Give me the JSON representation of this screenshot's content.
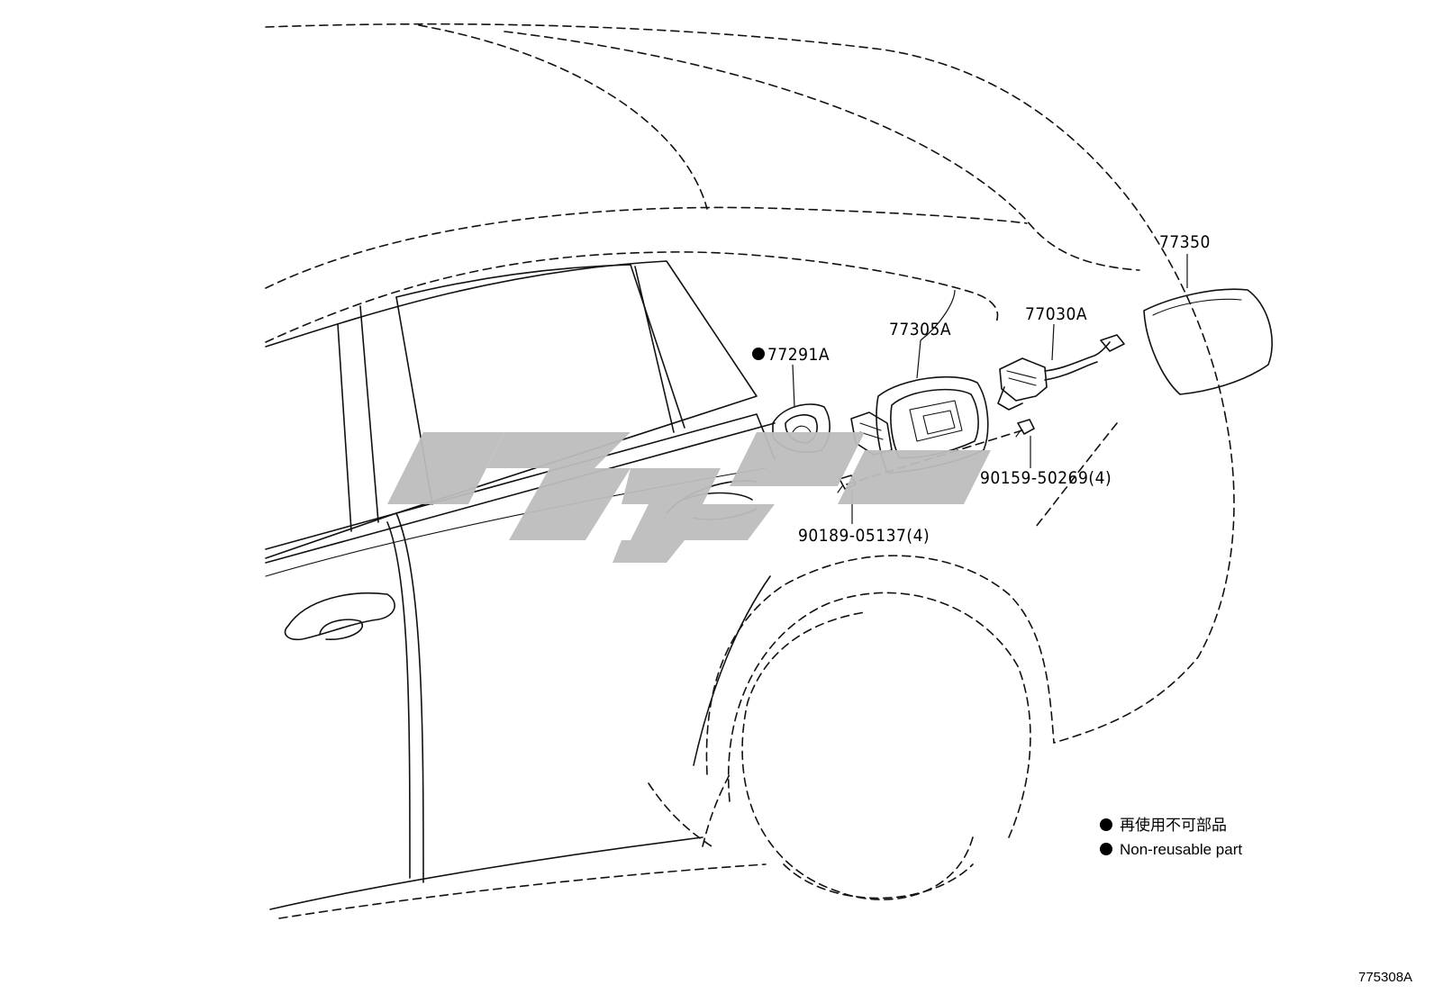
{
  "diagram": {
    "callouts": {
      "fuel_lid": "77350",
      "lock_assembly": "77030A",
      "fuel_inlet_box": "77305A",
      "gasket": "77291A",
      "screw_large": "90159-50269(4)",
      "screw_small": "90189-05137(4)"
    },
    "legend": {
      "line_cn": "再使用不可部品",
      "line_en": "Non-reusable part"
    },
    "figure_code": "775308A"
  }
}
